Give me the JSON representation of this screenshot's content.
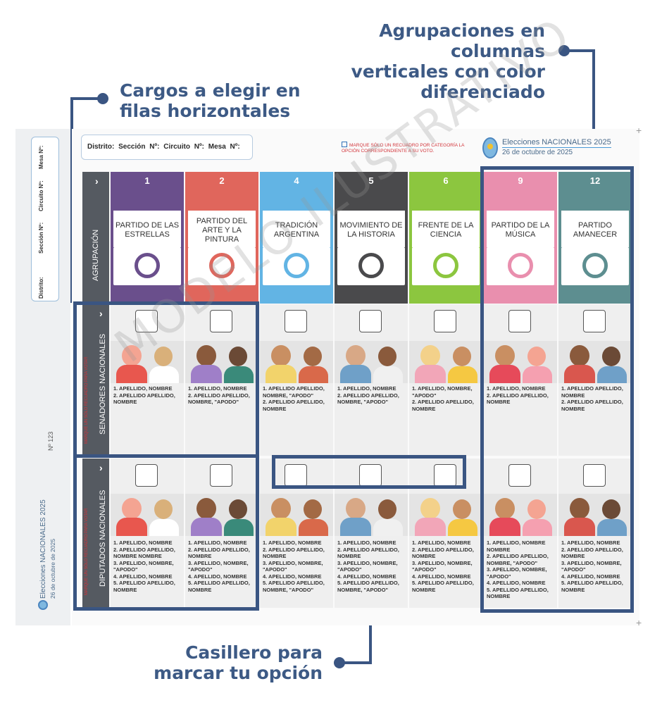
{
  "callouts": {
    "columns": [
      "Agrupaciones en columnas",
      "verticales con color",
      "diferenciado"
    ],
    "rows": [
      "Cargos a elegir en",
      "filas horizontales"
    ],
    "checkbox": [
      "Casillero para",
      "marcar tu opción"
    ]
  },
  "header": {
    "fields": "Distrito:   Sección Nº:  Circuito Nº:  Mesa Nº:",
    "note": "MARQUE SÓLO UN RECUADRO POR CATEGORÍA LA OPCIÓN CORRESPONDIENTE A SU VOTO.",
    "election_title": "Elecciones NACIONALES 2025",
    "election_date": "26 de octubre de 2025"
  },
  "stub": {
    "fields": [
      "Distrito:",
      "Sección Nº:",
      "Circuito Nº:",
      "Mesa Nº:"
    ],
    "number": "Nº 123",
    "title": "Elecciones NACIONALES 2025",
    "date": "26 de octubre de 2025"
  },
  "row_labels": {
    "group": "AGRUPACIÓN",
    "senators": "SENADORES NACIONALES",
    "deputies": "DIPUTADOS NACIONALES",
    "instruction": "MARQUE UN SÓLO RECUADRO PARA VOTAR"
  },
  "watermark": "MODELO ILUSTRATIVO",
  "parties": [
    {
      "number": "1",
      "name": "PARTIDO DE LAS ESTRELLAS",
      "color": "#6a4f8c",
      "icon": "star-badge-icon",
      "senators": "1. APELLIDO, NOMBRE\n2. APELLIDO APELLIDO,\nNOMBRE",
      "deputies": "1. APELLIDO, NOMBRE\n2. APELLIDO APELLIDO,\nNOMBRE NOMBRE\n3. APELLIDO, NOMBRE,\n\"APODO\"\n4. APELLIDO, NOMBRE\n5. APELLIDO APELLIDO,\nNOMBRE"
    },
    {
      "number": "2",
      "name": "PARTIDO DEL ARTE Y LA PINTURA",
      "color": "#e0665c",
      "icon": "art-face-icon",
      "senators": "1. APELLIDO, NOMBRE\n2. APELLIDO APELLIDO,\nNOMBRE, \"APODO\"",
      "deputies": "1. APELLIDO, NOMBRE\n2. APELLIDO APELLIDO,\nNOMBRE\n3. APELLIDO, NOMBRE,\n\"APODO\"\n4. APELLIDO, NOMBRE\n5. APELLIDO APELLIDO,\nNOMBRE"
    },
    {
      "number": "4",
      "name": "TRADICIÓN ARGENTINA",
      "color": "#62b4e4",
      "icon": "mate-icon",
      "senators": "1. APELLIDO APELLIDO,\nNOMBRE, \"APODO\"\n2. APELLIDO APELLIDO,\nNOMBRE",
      "deputies": "1. APELLIDO, NOMBRE\n2. APELLIDO APELLIDO,\nNOMBRE\n3. APELLIDO, NOMBRE,\n\"APODO\"\n4. APELLIDO, NOMBRE\n5. APELLIDO APELLIDO,\nNOMBRE, \"APODO\""
    },
    {
      "number": "5",
      "name": "MOVIMIENTO DE LA HISTORIA",
      "color": "#4a4a4c",
      "icon": "globe-scroll-icon",
      "senators": "1. APELLIDO, NOMBRE\n2. APELLIDO APELLIDO,\nNOMBRE, \"APODO\"",
      "deputies": "1. APELLIDO, NOMBRE\n2. APELLIDO APELLIDO,\nNOMBRE\n3. APELLIDO, NOMBRE,\n\"APODO\"\n4. APELLIDO, NOMBRE\n5. APELLIDO APELLIDO,\nNOMBRE, \"APODO\""
    },
    {
      "number": "6",
      "name": "FRENTE DE LA CIENCIA",
      "color": "#8cc63f",
      "icon": "atom-icon",
      "senators": "1. APELLIDO, NOMBRE,\n\"APODO\"\n2. APELLIDO APELLIDO,\nNOMBRE",
      "deputies": "1. APELLIDO, NOMBRE\n2. APELLIDO APELLIDO,\nNOMBRE\n3. APELLIDO, NOMBRE,\n\"APODO\"\n4. APELLIDO, NOMBRE\n5. APELLIDO APELLIDO,\nNOMBRE"
    },
    {
      "number": "9",
      "name": "PARTIDO DE LA MÚSICA",
      "color": "#e98fae",
      "icon": "music-icon",
      "senators": "1. APELLIDO, NOMBRE\n2. APELLIDO APELLIDO,\nNOMBRE",
      "deputies": "1. APELLIDO, NOMBRE\nNOMBRE\n2. APELLIDO APELLIDO,\nNOMBRE, \"APODO\"\n3. APELLIDO, NOMBRE,\n\"APODO\"\n4. APELLIDO, NOMBRE\n5. APELLIDO APELLIDO,\nNOMBRE"
    },
    {
      "number": "12",
      "name": "PARTIDO AMANECER",
      "color": "#5d8e90",
      "icon": "sunrise-icon",
      "senators": "1. APELLIDO APELLIDO,\nNOMBRE\n2. APELLIDO APELLIDO,\nNOMBRE",
      "deputies": "1. APELLIDO, NOMBRE\n2. APELLIDO APELLIDO,\nNOMBRE\n3. APELLIDO, NOMBRE,\n\"APODO\"\n4. APELLIDO, NOMBRE\n5. APELLIDO APELLIDO,\nNOMBRE"
    }
  ]
}
